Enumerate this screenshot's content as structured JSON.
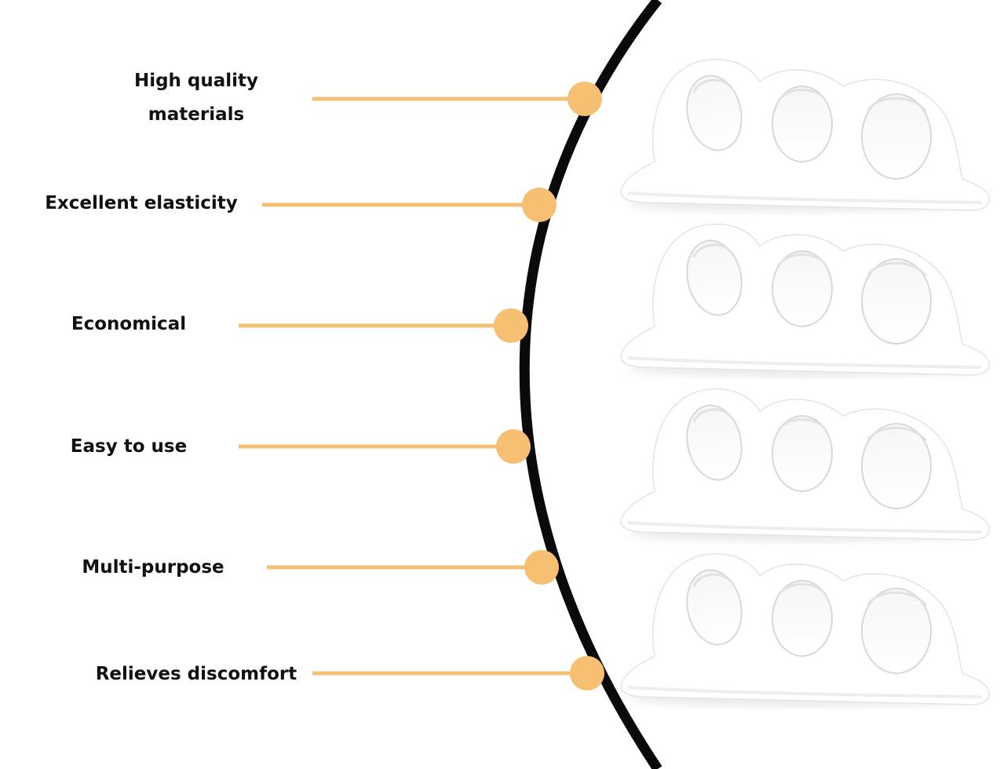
{
  "features": [
    {
      "label": "High quality\nmaterials"
    },
    {
      "label": "Excellent elasticity"
    },
    {
      "label": "Economical"
    },
    {
      "label": "Easy to use"
    },
    {
      "label": "Multi-purpose"
    },
    {
      "label": "Relieves discomfort"
    }
  ],
  "product": {
    "count": 4
  },
  "colors": {
    "background": "#ffffff",
    "arc": "#0a0a0a",
    "connector": "#f3c176",
    "dot": "#f7bf72",
    "product": "#ffffff",
    "product_shade": "#dcdcdc",
    "text": "#111111"
  }
}
